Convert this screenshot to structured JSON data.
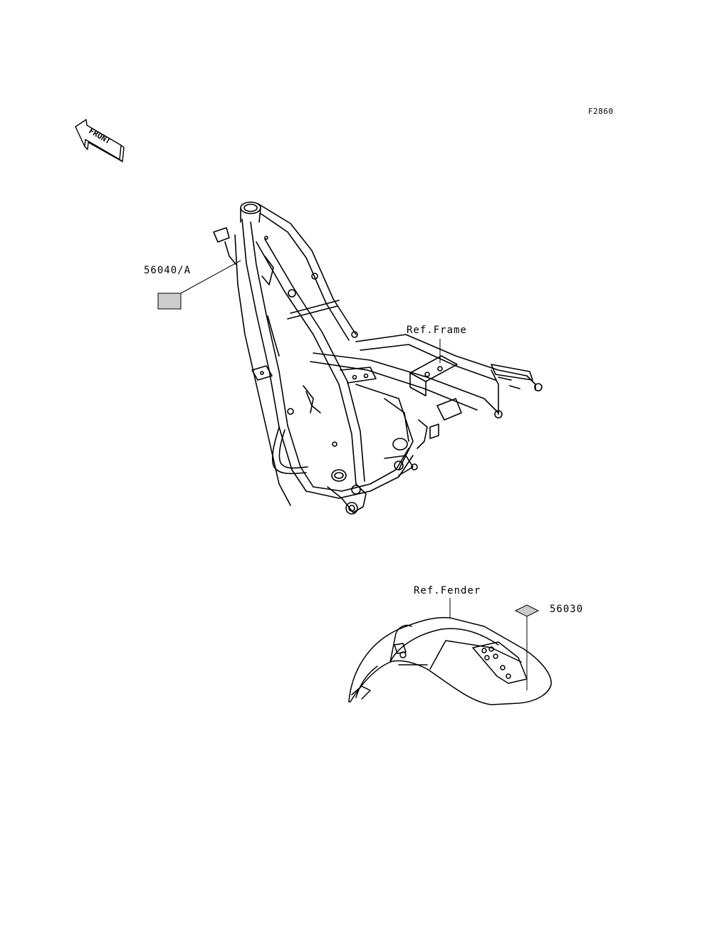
{
  "figure_id": "F2860",
  "front_arrow": {
    "text": "FRONT"
  },
  "callouts": {
    "part_56040": "56040/A",
    "ref_frame": "Ref.Frame",
    "ref_fender": "Ref.Fender",
    "part_56030": "56030"
  },
  "colors": {
    "line": "#000000",
    "background": "#ffffff",
    "label_fill": "#cccccc"
  }
}
